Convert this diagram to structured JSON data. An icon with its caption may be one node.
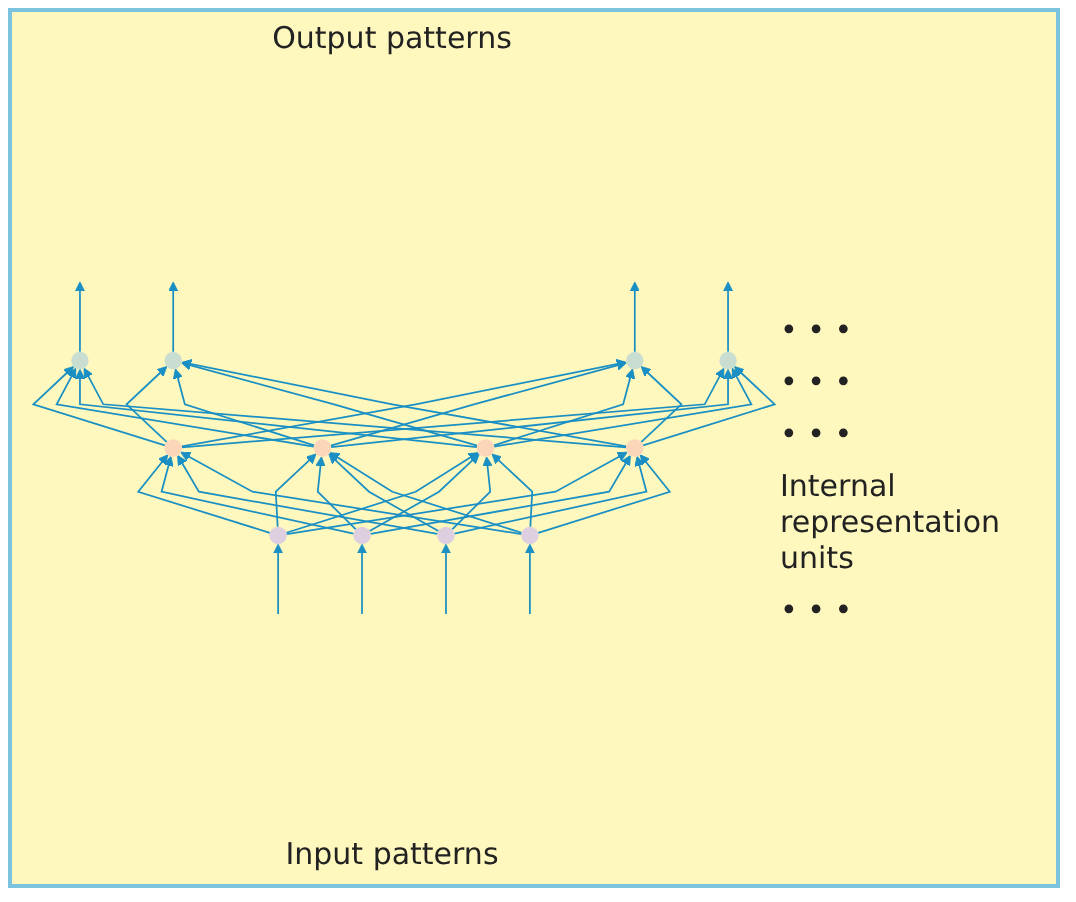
{
  "diagram": {
    "nodes": [
      {
        "text": [],
        "shape": "circle"
      },
      {
        "text": [],
        "shape": "circle"
      },
      {
        "text": [],
        "shape": "circle"
      },
      {
        "text": [],
        "shape": "circle"
      },
      {
        "text": [],
        "shape": "circle"
      },
      {
        "text": [],
        "shape": "circle"
      },
      {
        "text": [],
        "shape": "circle"
      },
      {
        "text": [],
        "shape": "circle"
      },
      {
        "text": [],
        "shape": "circle"
      },
      {
        "text": [],
        "shape": "circle"
      },
      {
        "text": [],
        "shape": "circle"
      },
      {
        "text": [],
        "shape": "circle"
      }
    ],
    "edges": [
      {
        "from": null,
        "to": 8,
        "arrow": "to"
      },
      {
        "from": null,
        "to": 9,
        "arrow": "to"
      },
      {
        "from": null,
        "to": 10,
        "arrow": "to"
      },
      {
        "from": null,
        "to": 11,
        "arrow": "to"
      },
      {
        "from": 8,
        "to": 4,
        "arrow": "to"
      },
      {
        "from": 8,
        "to": 5,
        "arrow": "to"
      },
      {
        "from": 8,
        "to": 6,
        "arrow": "to"
      },
      {
        "from": 8,
        "to": 7,
        "arrow": "to"
      },
      {
        "from": 9,
        "to": 4,
        "arrow": "to"
      },
      {
        "from": 9,
        "to": 5,
        "arrow": "to"
      },
      {
        "from": 9,
        "to": 6,
        "arrow": "to"
      },
      {
        "from": 9,
        "to": 7,
        "arrow": "to"
      },
      {
        "from": 10,
        "to": 4,
        "arrow": "to"
      },
      {
        "from": 10,
        "to": 5,
        "arrow": "to"
      },
      {
        "from": 10,
        "to": 6,
        "arrow": "to"
      },
      {
        "from": 10,
        "to": 7,
        "arrow": "to"
      },
      {
        "from": 11,
        "to": 4,
        "arrow": "to"
      },
      {
        "from": 11,
        "to": 5,
        "arrow": "to"
      },
      {
        "from": 11,
        "to": 6,
        "arrow": "to"
      },
      {
        "from": 11,
        "to": 7,
        "arrow": "to"
      },
      {
        "from": 4,
        "to": 0,
        "arrow": "to"
      },
      {
        "from": 4,
        "to": 1,
        "arrow": "to"
      },
      {
        "from": 4,
        "to": 2,
        "arrow": "to"
      },
      {
        "from": 4,
        "to": 3,
        "arrow": "to"
      },
      {
        "from": 5,
        "to": 0,
        "arrow": "to"
      },
      {
        "from": 5,
        "to": 1,
        "arrow": "to"
      },
      {
        "from": 5,
        "to": 2,
        "arrow": "to"
      },
      {
        "from": 5,
        "to": 3,
        "arrow": "to"
      },
      {
        "from": 6,
        "to": 0,
        "arrow": "to"
      },
      {
        "from": 6,
        "to": 1,
        "arrow": "to"
      },
      {
        "from": 6,
        "to": 2,
        "arrow": "to"
      },
      {
        "from": 6,
        "to": 3,
        "arrow": "to"
      },
      {
        "from": 7,
        "to": 0,
        "arrow": "to"
      },
      {
        "from": 7,
        "to": 1,
        "arrow": "to"
      },
      {
        "from": 7,
        "to": 2,
        "arrow": "to"
      },
      {
        "from": 7,
        "to": 3,
        "arrow": "to"
      },
      {
        "from": 0,
        "to": null,
        "arrow": "to"
      },
      {
        "from": 1,
        "to": null,
        "arrow": "to"
      },
      {
        "from": 2,
        "to": null,
        "arrow": "to"
      },
      {
        "from": 3,
        "to": null,
        "arrow": "to"
      }
    ],
    "labels": [
      "Output patterns",
      "• • •",
      "• • •",
      "• • •",
      "Internal representation units",
      "• • •",
      "Input patterns"
    ]
  }
}
